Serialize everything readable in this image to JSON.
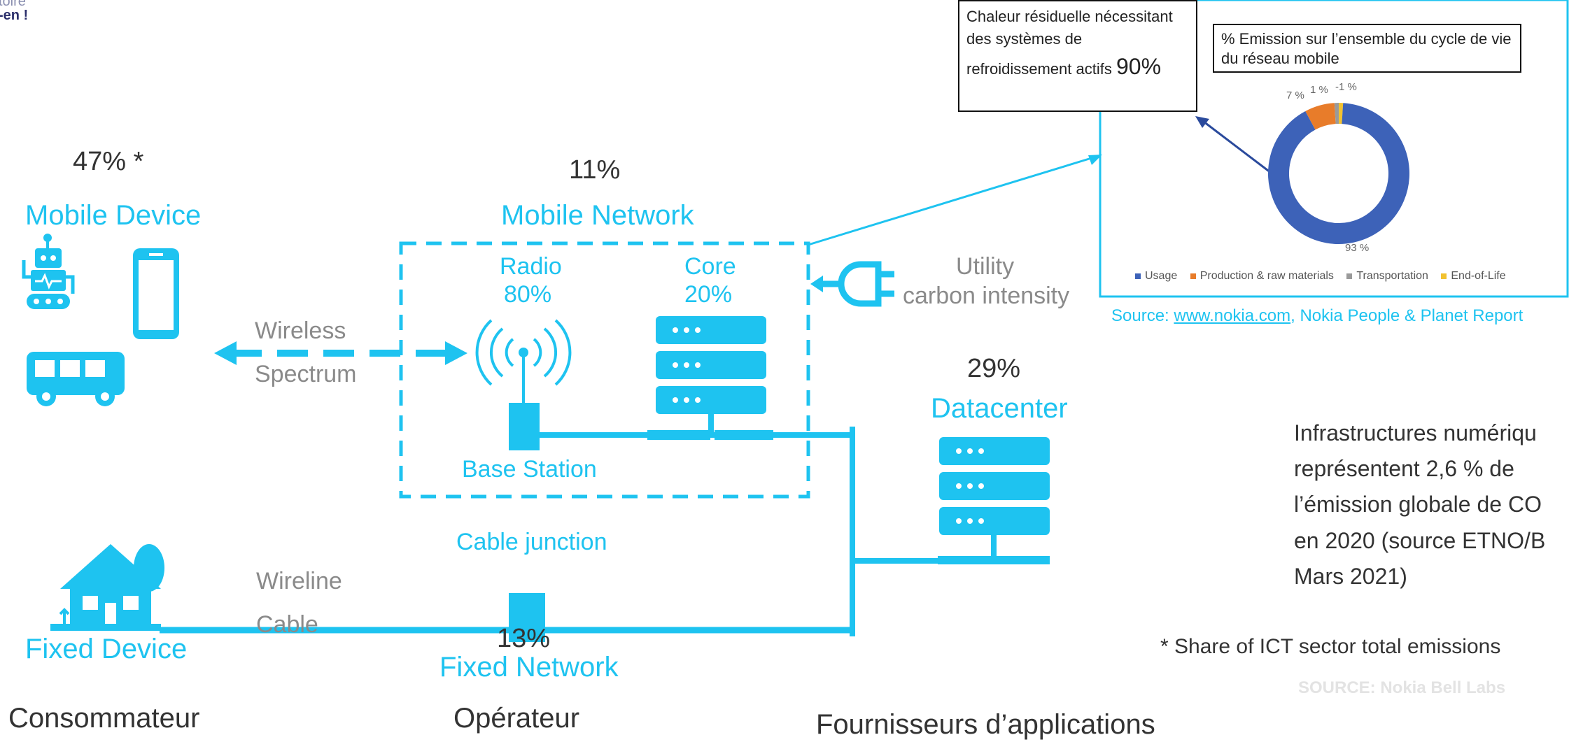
{
  "colors": {
    "accent": "#1ec3f0",
    "text_dark": "#333333",
    "text_grey": "#8a8a8a",
    "orange": "#e87c2a",
    "blue": "#3d62b8",
    "yellow": "#f2c230"
  },
  "top_left_fragment": {
    "line1": "toire",
    "line2": "-en !"
  },
  "mobile_device": {
    "pct": "47% *",
    "label": "Mobile Device"
  },
  "mobile_network": {
    "pct": "11%",
    "label": "Mobile Network",
    "radio": "Radio",
    "radio_pct": "80%",
    "core": "Core",
    "core_pct": "20%",
    "base_station": "Base Station"
  },
  "wireless": {
    "line1": "Wireless",
    "line2": "Spectrum"
  },
  "utility": {
    "line1": "Utility",
    "line2": "carbon intensity"
  },
  "datacenter": {
    "pct": "29%",
    "label": "Datacenter"
  },
  "fixed": {
    "cable_junction": "Cable junction",
    "wireline": "Wireline",
    "cable": "Cable",
    "device_label": "Fixed Device",
    "network_pct": "13%",
    "network_label": "Fixed Network"
  },
  "heat_box": {
    "text": "Chaleur résiduelle nécessitant des systèmes de refroidissement actifs",
    "pct": "90%"
  },
  "emission_box": {
    "text": "% Emission sur l’ensemble du cycle de vie du réseau mobile"
  },
  "chart_data": {
    "type": "pie",
    "categories": [
      "Usage",
      "Production & raw materials",
      "Transportation",
      "End-of-Life"
    ],
    "values": [
      93,
      7,
      1,
      -1
    ],
    "labels": [
      "93 %",
      "7 %",
      "1 %",
      "-1 %"
    ],
    "colors": [
      "#3d62b8",
      "#e87c2a",
      "#9a9a9a",
      "#f2c230"
    ],
    "legend": "bottom"
  },
  "source_nokia": {
    "prefix": "Source: ",
    "link": "www.nokia.com",
    "suffix": ", Nokia People & Planet Report"
  },
  "infra_text": [
    "Infrastructures numériqu",
    "représentent 2,6 % de",
    "l’émission globale de CO",
    "en 2020 (source ETNO/B",
    "Mars 2021)"
  ],
  "share_note": "* Share of ICT sector total emissions",
  "source_bell": "SOURCE: Nokia Bell Labs",
  "footer": {
    "consumer": "Consommateur",
    "operator": "Opérateur",
    "providers": "Fournisseurs d’applications"
  }
}
